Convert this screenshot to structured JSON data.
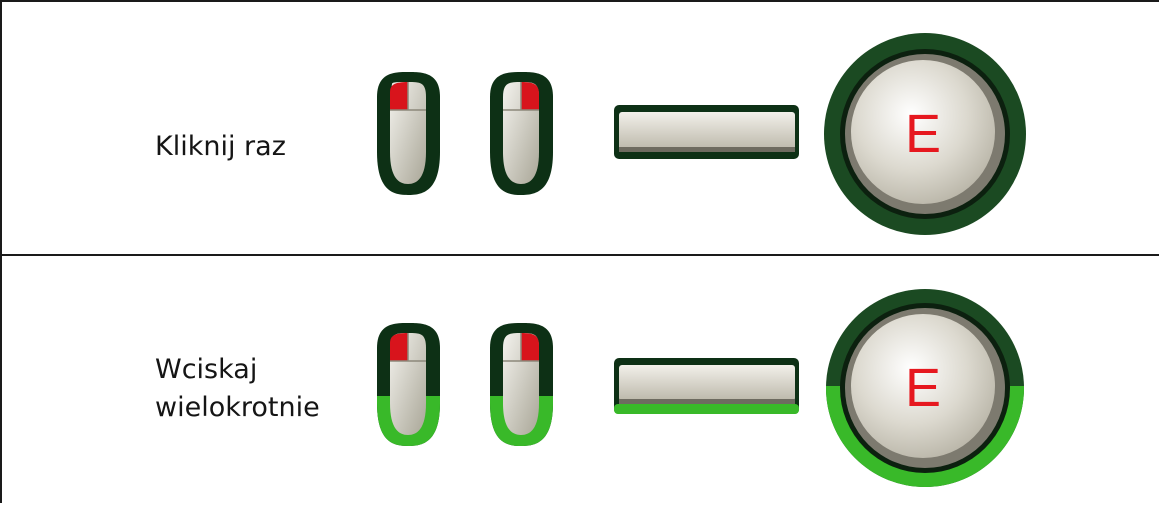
{
  "rows": [
    {
      "label": "Kliknij raz",
      "mode": "single-click",
      "inputs": [
        "mouse-left-button-icon",
        "mouse-right-button-icon",
        "spacebar-key-icon",
        "e-key-icon"
      ],
      "key_letter": "E"
    },
    {
      "label": "Wciskaj\nwielokrotnie",
      "mode": "press-repeatedly",
      "inputs": [
        "mouse-left-button-icon",
        "mouse-right-button-icon",
        "spacebar-key-icon",
        "e-key-icon"
      ],
      "key_letter": "E"
    }
  ],
  "colors": {
    "outline_dark": "#0b2e12",
    "outline_green": "#1c4a24",
    "highlight_red": "#d8141c",
    "fill_green": "#39b929",
    "letter_red": "#e6181f",
    "key_face": "#d9d6cc"
  }
}
